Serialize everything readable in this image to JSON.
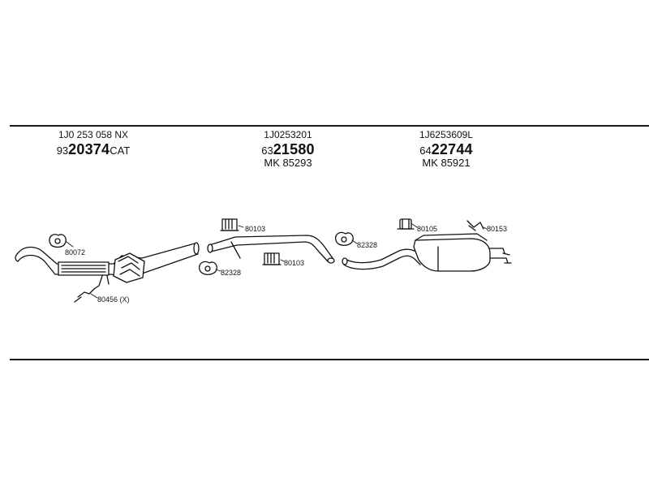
{
  "parts": [
    {
      "part_number": "1J0 253 058 NX",
      "article_prefix": "93",
      "article_main": "20374",
      "article_suffix": "CAT",
      "mk": ""
    },
    {
      "part_number": "1J0253201",
      "article_prefix": "63",
      "article_main": "21580",
      "article_suffix": "",
      "mk": "MK  85293"
    },
    {
      "part_number": "1J6253609L",
      "article_prefix": "64",
      "article_main": "22744",
      "article_suffix": "",
      "mk": "MK  85921"
    }
  ],
  "callouts": {
    "c80072": "80072",
    "c80456": "80456 (X)",
    "c80103a": "80103",
    "c82328a": "82328",
    "c80103b": "80103",
    "c82328b": "82328",
    "c80105": "80105",
    "c80153": "80153"
  }
}
